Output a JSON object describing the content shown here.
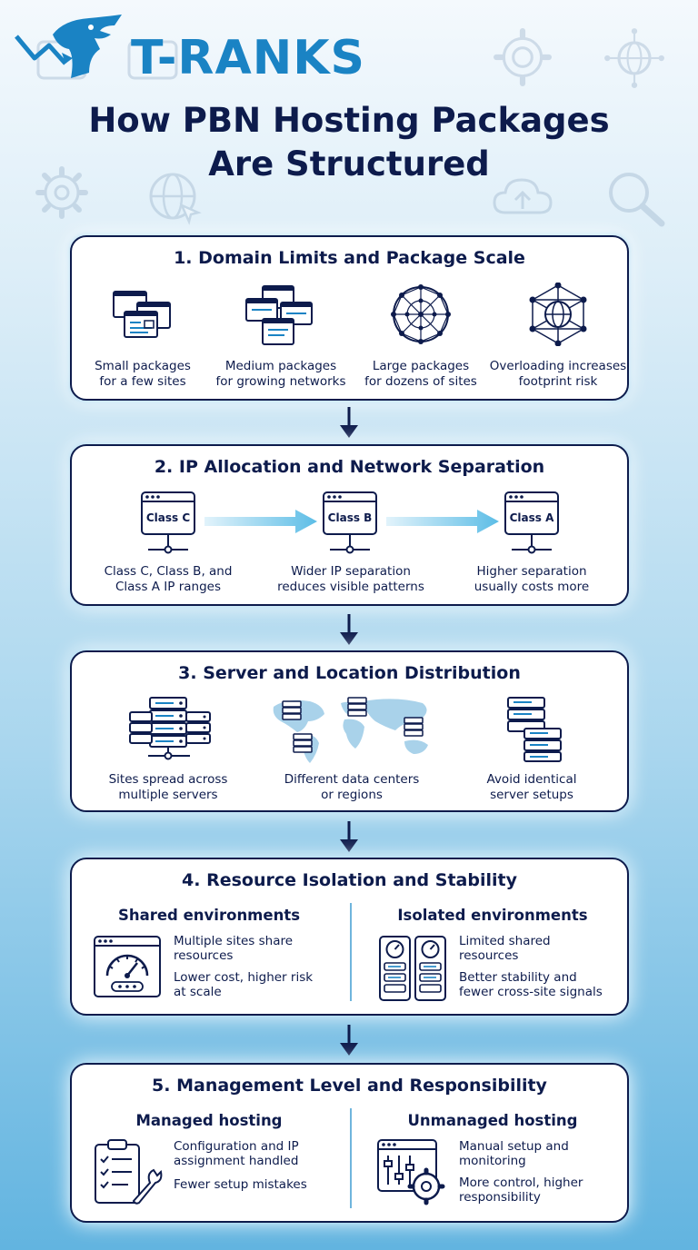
{
  "brand": {
    "name": "T-RANKS",
    "color": "#1a83c4"
  },
  "title": {
    "line1": "How PBN Hosting Packages",
    "line2": "Are Structured"
  },
  "colors": {
    "navy": "#0d1b4c",
    "accent": "#1a83c4",
    "light_accent": "#6fc3e6"
  },
  "sections": [
    {
      "title": "1. Domain Limits and Package Scale",
      "items": [
        {
          "line1": "Small packages",
          "line2": "for a few sites",
          "icon": "browser-windows-small-icon"
        },
        {
          "line1": "Medium packages",
          "line2": "for growing networks",
          "icon": "browser-windows-medium-icon"
        },
        {
          "line1": "Large packages",
          "line2": "for dozens of sites",
          "icon": "network-mesh-icon"
        },
        {
          "line1": "Overloading increases",
          "line2": "footprint risk",
          "icon": "network-globe-icon"
        }
      ]
    },
    {
      "title": "2. IP Allocation and Network Separation",
      "servers": [
        "Class C",
        "Class B",
        "Class A"
      ],
      "items": [
        {
          "line1": "Class C, Class B, and",
          "line2": "Class A IP ranges"
        },
        {
          "line1": "Wider IP separation",
          "line2": "reduces visible patterns"
        },
        {
          "line1": "Higher separation",
          "line2": "usually costs more"
        }
      ]
    },
    {
      "title": "3. Server and Location Distribution",
      "items": [
        {
          "line1": "Sites spread across",
          "line2": "multiple servers",
          "icon": "server-racks-icon"
        },
        {
          "line1": "Different data centers",
          "line2": "or regions",
          "icon": "world-map-icon"
        },
        {
          "line1": "Avoid identical",
          "line2": "server setups",
          "icon": "server-stack-icon"
        }
      ]
    },
    {
      "title": "4. Resource Isolation and Stability",
      "left": {
        "heading": "Shared environments",
        "p1a": "Multiple sites share",
        "p1b": "resources",
        "p2a": "Lower cost, higher risk",
        "p2b": "at scale",
        "icon": "gauge-window-icon"
      },
      "right": {
        "heading": "Isolated environments",
        "p1a": "Limited shared",
        "p1b": "resources",
        "p2a": "Better stability and",
        "p2b": "fewer cross-site signals",
        "icon": "dual-gauge-server-icon"
      }
    },
    {
      "title": "5. Management Level and Responsibility",
      "left": {
        "heading": "Managed hosting",
        "p1a": "Configuration and IP",
        "p1b": "assignment handled",
        "p2a": "Fewer setup mistakes",
        "p2b": "",
        "icon": "clipboard-wrench-icon"
      },
      "right": {
        "heading": "Unmanaged hosting",
        "p1a": "Manual setup and",
        "p1b": "monitoring",
        "p2a": "More control, higher",
        "p2b": "responsibility",
        "icon": "sliders-gear-icon"
      }
    }
  ]
}
